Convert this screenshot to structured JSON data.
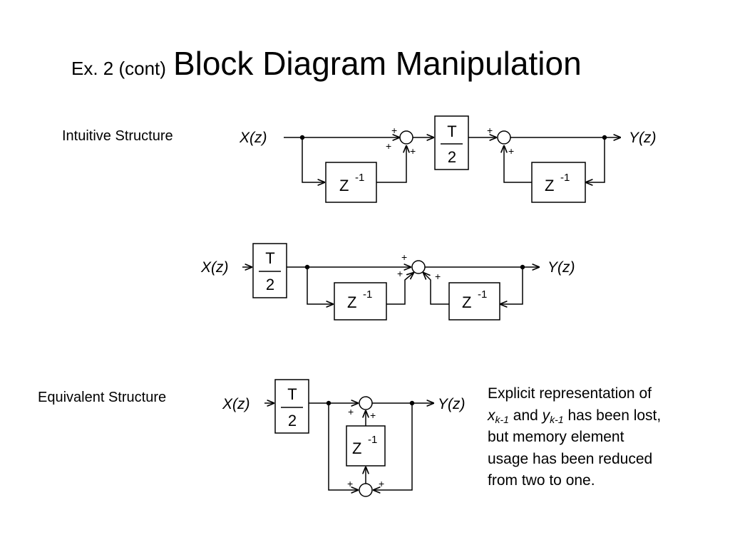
{
  "slide": {
    "title_prefix": "Ex. 2 (cont)",
    "title_main": "Block Diagram Manipulation"
  },
  "labels": {
    "intuitive": "Intuitive Structure",
    "equivalent": "Equivalent Structure"
  },
  "signals": {
    "input": "X(z)",
    "output": "Y(z)"
  },
  "blocks": {
    "gain_top": "T",
    "gain_bottom": "2",
    "delay_base": "Z",
    "delay_exponent": "-1"
  },
  "signs": {
    "plus": "+"
  },
  "explanation": {
    "line1": "Explicit representation of",
    "x_var": "x",
    "x_sub": "k-1",
    "and": " and ",
    "y_var": "y",
    "y_sub": "k-1",
    "line2_end": " has been lost,",
    "line3": "but memory element",
    "line4": "usage has been reduced",
    "line5": "from two to one."
  }
}
